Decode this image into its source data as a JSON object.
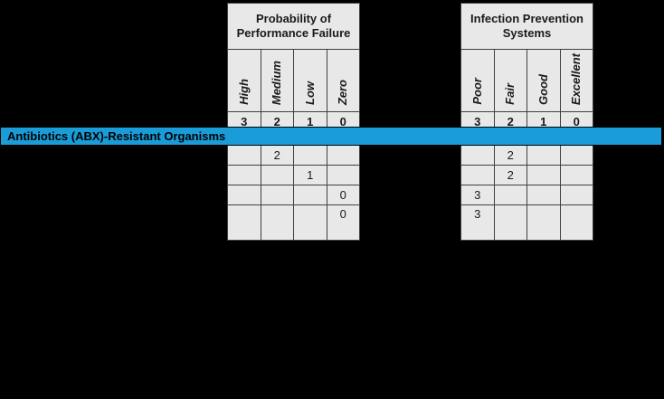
{
  "canvas": {
    "background": "#000000",
    "cell_background": "#e8e8e8",
    "border_color": "#404040"
  },
  "banner": {
    "label": "Antibiotics (ABX)-Resistant Organisms",
    "background": "#1a9cd8",
    "text_color": "#000000"
  },
  "tables": [
    {
      "name": "probability-of-performance-failure",
      "title": "Probability of Performance Failure",
      "columns": [
        {
          "label": "High",
          "score": "3"
        },
        {
          "label": "Medium",
          "score": "2"
        },
        {
          "label": "Low",
          "score": "1"
        },
        {
          "label": "Zero",
          "score": "0"
        }
      ],
      "rows": [
        [
          "",
          "2",
          "",
          ""
        ],
        [
          "",
          "",
          "1",
          ""
        ],
        [
          "",
          "",
          "",
          "0"
        ],
        [
          "",
          "",
          "",
          "0"
        ]
      ]
    },
    {
      "name": "infection-prevention-systems",
      "title": "Infection Prevention Systems",
      "columns": [
        {
          "label": "Poor",
          "score": "3"
        },
        {
          "label": "Fair",
          "score": "2"
        },
        {
          "label": "Good",
          "score": "1"
        },
        {
          "label": "Excellent",
          "score": "0"
        }
      ],
      "rows": [
        [
          "",
          "2",
          "",
          ""
        ],
        [
          "",
          "2",
          "",
          ""
        ],
        [
          "3",
          "",
          "",
          ""
        ],
        [
          "3",
          "",
          "",
          ""
        ]
      ]
    }
  ]
}
